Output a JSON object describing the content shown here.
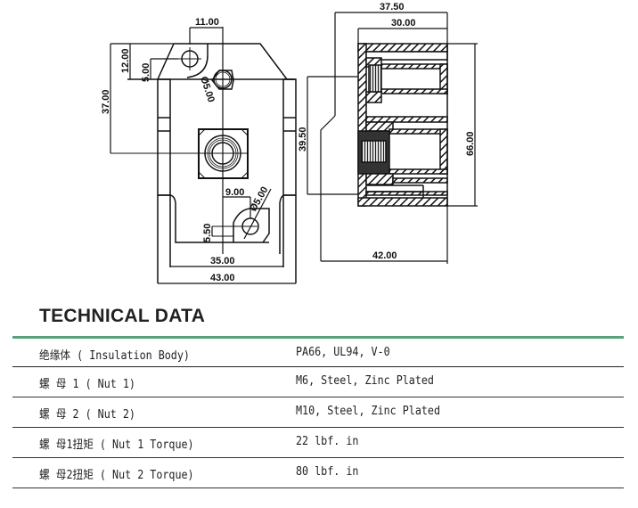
{
  "drawing": {
    "front_view": {
      "dimensions": {
        "top_width": "11.00",
        "height_left": "37.00",
        "offset_12": "12.00",
        "offset_5": "5.00",
        "hole_dia_top": "Ø5.00",
        "offset_9": "9.00",
        "hole_dia_bottom": "Ø5.00",
        "offset_5_5": "5.50",
        "inner_width": "35.00",
        "outer_width": "43.00"
      }
    },
    "side_view": {
      "dimensions": {
        "overall_width": "37.50",
        "inner_width": "30.00",
        "height_left": "39.50",
        "height_right": "66.00",
        "base_width": "42.00"
      }
    }
  },
  "technical_data": {
    "title": "TECHNICAL DATA",
    "accent_color": "#5aa27c",
    "rows": [
      {
        "label": "绝缘体 ( Insulation Body)",
        "value": "PA66, UL94, V-0"
      },
      {
        "label": "螺 母 1 ( Nut 1)",
        "value": "M6, Steel, Zinc Plated"
      },
      {
        "label": "螺 母 2 ( Nut 2)",
        "value": "M10, Steel, Zinc Plated"
      },
      {
        "label": "螺 母1扭矩 ( Nut 1 Torque)",
        "value": "22 lbf. in"
      },
      {
        "label": "螺 母2扭矩 ( Nut 2 Torque)",
        "value": "80 lbf. in"
      }
    ]
  }
}
